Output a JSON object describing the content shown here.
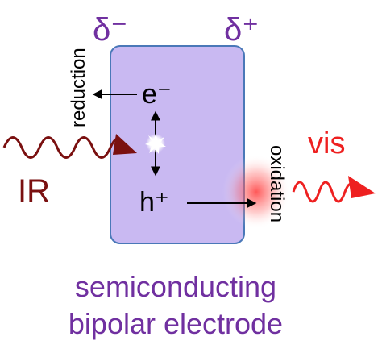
{
  "labels": {
    "delta_minus": "δ⁻",
    "delta_plus": "δ⁺",
    "electron": "e⁻",
    "hole": "h⁺",
    "reduction": "reduction",
    "oxidation": "oxidation",
    "ir": "IR",
    "vis": "vis",
    "caption_line1": "semiconducting",
    "caption_line2": "bipolar electrode"
  },
  "colors": {
    "electrode_fill": "#c9b9f2",
    "electrode_stroke": "#4a78b8",
    "purple_text": "#7030a0",
    "ir_color": "#7a1010",
    "vis_color": "#ee2020",
    "glow": "#ff4040"
  }
}
